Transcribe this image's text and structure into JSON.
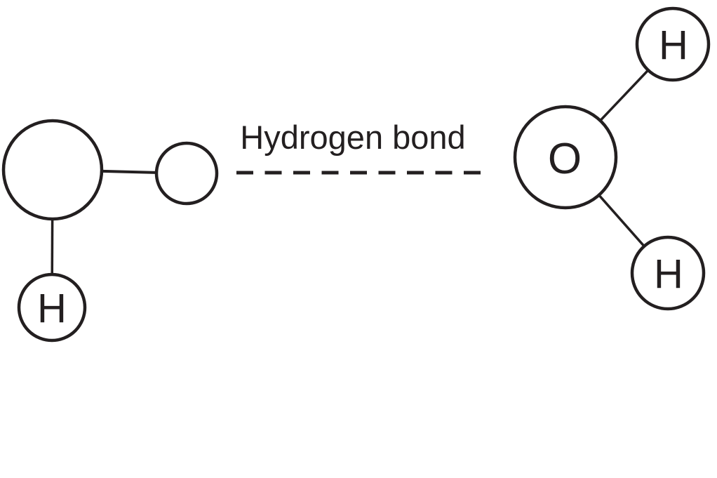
{
  "colors": {
    "ink": "#231f20",
    "background": "#ffffff"
  },
  "hydrogen_bond": {
    "label": "Hydrogen bond",
    "line_style": "dashed"
  },
  "left_molecule": {
    "hydrogen_bottom_label": "H"
  },
  "right_molecule": {
    "oxygen_label": "O",
    "hydrogen_top_label": "H",
    "hydrogen_bottom_label": "H"
  }
}
